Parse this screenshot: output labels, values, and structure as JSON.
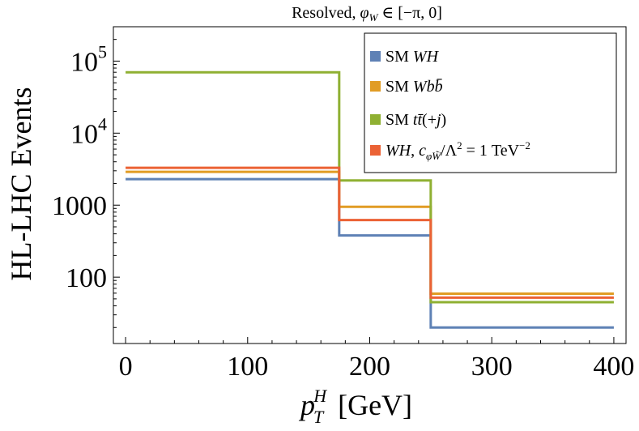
{
  "chart_data": {
    "type": "line",
    "step": true,
    "title": "Resolved, φW ∈ [−π, 0]",
    "xlabel": "pTH [GeV]",
    "ylabel": "HL-LHC Events",
    "xlim": [
      -10,
      410
    ],
    "ylim": [
      12,
      300000
    ],
    "yscale": "log",
    "legend_position": "top-right",
    "x_ticks": [
      {
        "value": 0,
        "label": "0"
      },
      {
        "value": 100,
        "label": "100"
      },
      {
        "value": 200,
        "label": "200"
      },
      {
        "value": 300,
        "label": "300"
      },
      {
        "value": 400,
        "label": "400"
      }
    ],
    "y_ticks": [
      {
        "value": 100,
        "label": "100"
      },
      {
        "value": 1000,
        "label": "1000"
      },
      {
        "value": 10000,
        "label": "10",
        "exponent": "4"
      },
      {
        "value": 100000,
        "label": "10",
        "exponent": "5"
      }
    ],
    "bin_edges": [
      0,
      175,
      250,
      400
    ],
    "series": [
      {
        "name": "SM WH",
        "color": "#5e81b5",
        "values": [
          2300,
          380,
          20
        ]
      },
      {
        "name": "SM Wbb̄",
        "color": "#e19c24",
        "values": [
          2900,
          950,
          59
        ]
      },
      {
        "name": "SM tt̄(+j)",
        "color": "#8fb032",
        "values": [
          70000,
          2200,
          45
        ]
      },
      {
        "name": "WH, cφW̃/Λ² = 1 TeV⁻²",
        "color": "#eb6235",
        "values": [
          3300,
          620,
          52
        ]
      }
    ]
  }
}
